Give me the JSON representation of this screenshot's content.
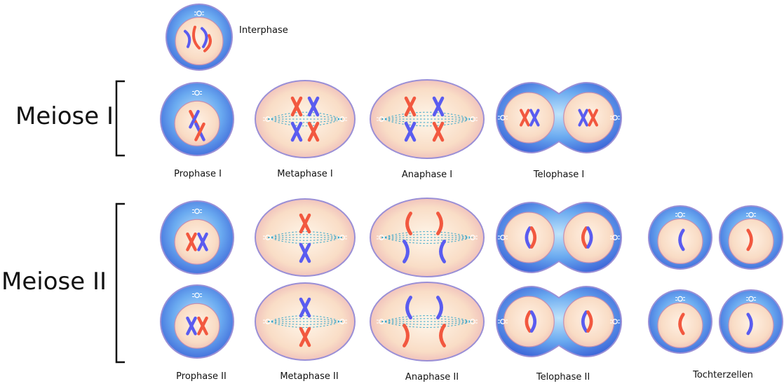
{
  "labels": {
    "interphase": "Interphase",
    "meiose1": "Meiose I",
    "meiose2": "Meiose II",
    "prophase1": "Prophase I",
    "metaphase1": "Metaphase I",
    "anaphase1": "Anaphase I",
    "telophase1": "Telophase I",
    "prophase2": "Prophase II",
    "metaphase2": "Metaphase II",
    "anaphase2": "Anaphase II",
    "telophase2": "Telophase II",
    "tochterzellen": "Tochterzellen"
  },
  "colors": {
    "cell_outer": "#3f7fe0",
    "cell_inner": "#f9d9c2",
    "membrane": "#9a8fd6",
    "chromosome_red": "#f2583f",
    "chromosome_blue": "#5a5cf0",
    "spindle": "#3aa6c9"
  }
}
